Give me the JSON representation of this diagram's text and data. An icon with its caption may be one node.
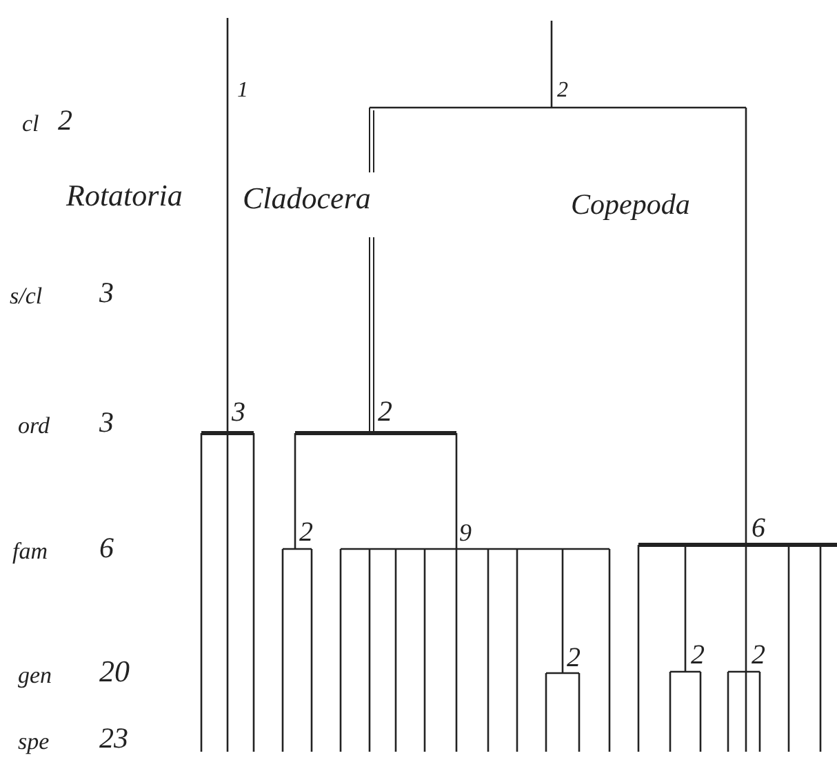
{
  "diagram": {
    "labels": [
      "1",
      "2",
      "cl",
      "2",
      "Rotatoria",
      "Cladocera",
      "Copepoda",
      "s/cl",
      "3",
      "ord",
      "3",
      "3",
      "2",
      "fam",
      "6",
      "2",
      "9",
      "6",
      "gen",
      "20",
      "2",
      "2",
      "2",
      "spe",
      "23"
    ]
  }
}
